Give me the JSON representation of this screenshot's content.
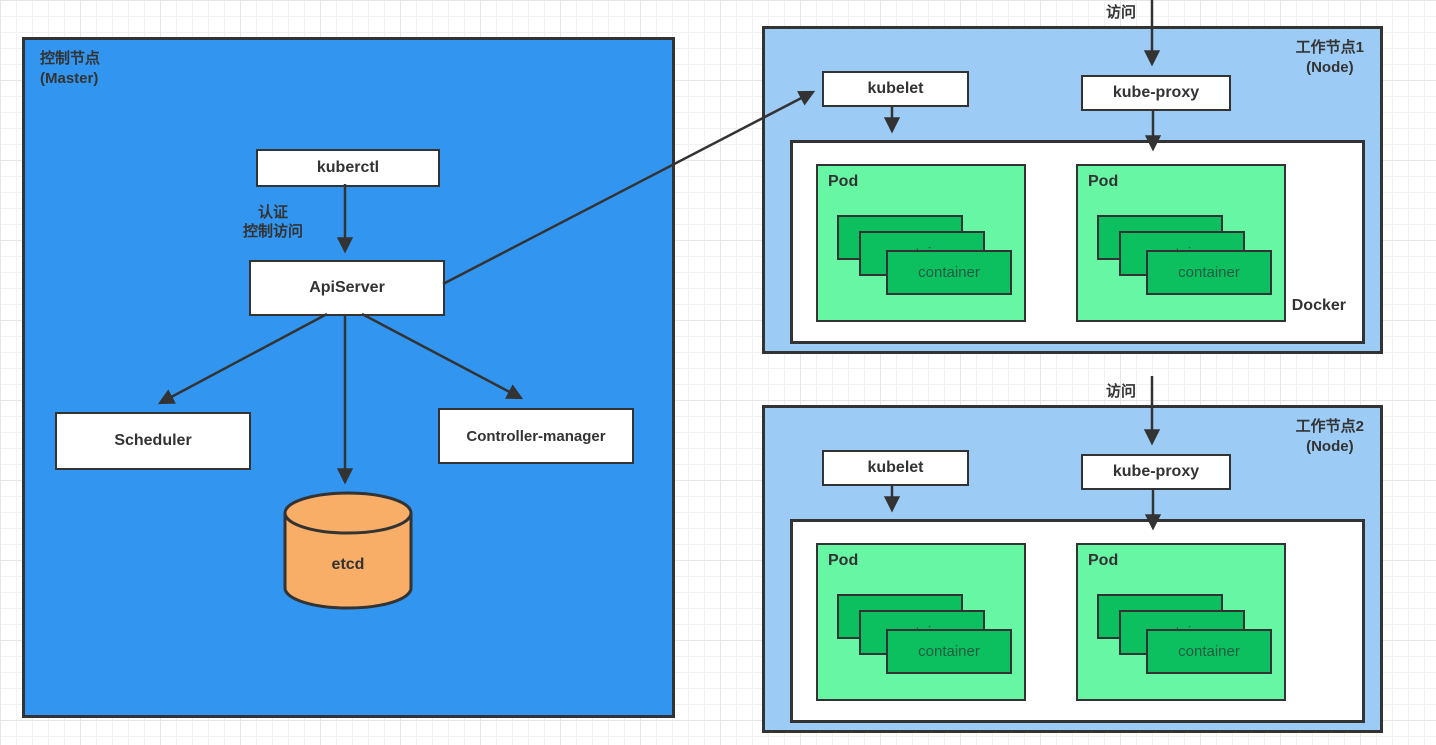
{
  "diagram": {
    "master": {
      "title": [
        "控制节点",
        "(Master)"
      ],
      "kuberctl_label": "kuberctl",
      "auth_label": [
        "认证",
        "控制访问"
      ],
      "apiserver_label": "ApiServer",
      "scheduler_label": "Scheduler",
      "controller_manager_label": "Controller-manager",
      "etcd_label": "etcd"
    },
    "nodes": [
      {
        "title": [
          "工作节点1",
          "(Node)"
        ],
        "access_label": "访问",
        "kubelet_label": "kubelet",
        "kube_proxy_label": "kube-proxy",
        "runtime_label": "Docker",
        "pods": [
          {
            "label": "Pod",
            "container_label": "container"
          },
          {
            "label": "Pod",
            "container_label": "container"
          }
        ]
      },
      {
        "title": [
          "工作节点2",
          "(Node)"
        ],
        "access_label": "访问",
        "kubelet_label": "kubelet",
        "kube_proxy_label": "kube-proxy",
        "pods": [
          {
            "label": "Pod",
            "container_label": "container"
          },
          {
            "label": "Pod",
            "container_label": "container"
          }
        ]
      }
    ],
    "colors": {
      "master_fill": "#3296f0",
      "node_fill": "#9cccf6",
      "box_fill": "#ffffff",
      "pod_fill": "#67f7a4",
      "container_fill": "#0cc05f",
      "etcd_fill": "#f8ae67",
      "border": "#333333",
      "label_color": "#333333",
      "container_text": "#1e5c40",
      "grid_minor": "#f0f1f2",
      "grid_major": "#e4e6e8"
    }
  }
}
